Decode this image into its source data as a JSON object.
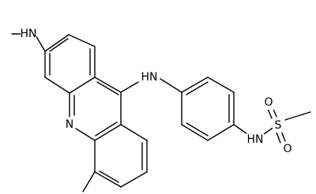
{
  "diagram": {
    "type": "chemical-structure",
    "colors": {
      "bond": "#000000",
      "label": "#000000",
      "background": "#ffffff"
    },
    "atoms": {
      "nh_methylamino": "HN",
      "nh_bridge": "HN",
      "n_ring": "N",
      "n_sulfonamide": "HN",
      "s": "S",
      "o_top": "O",
      "o_bottom": "O"
    }
  }
}
